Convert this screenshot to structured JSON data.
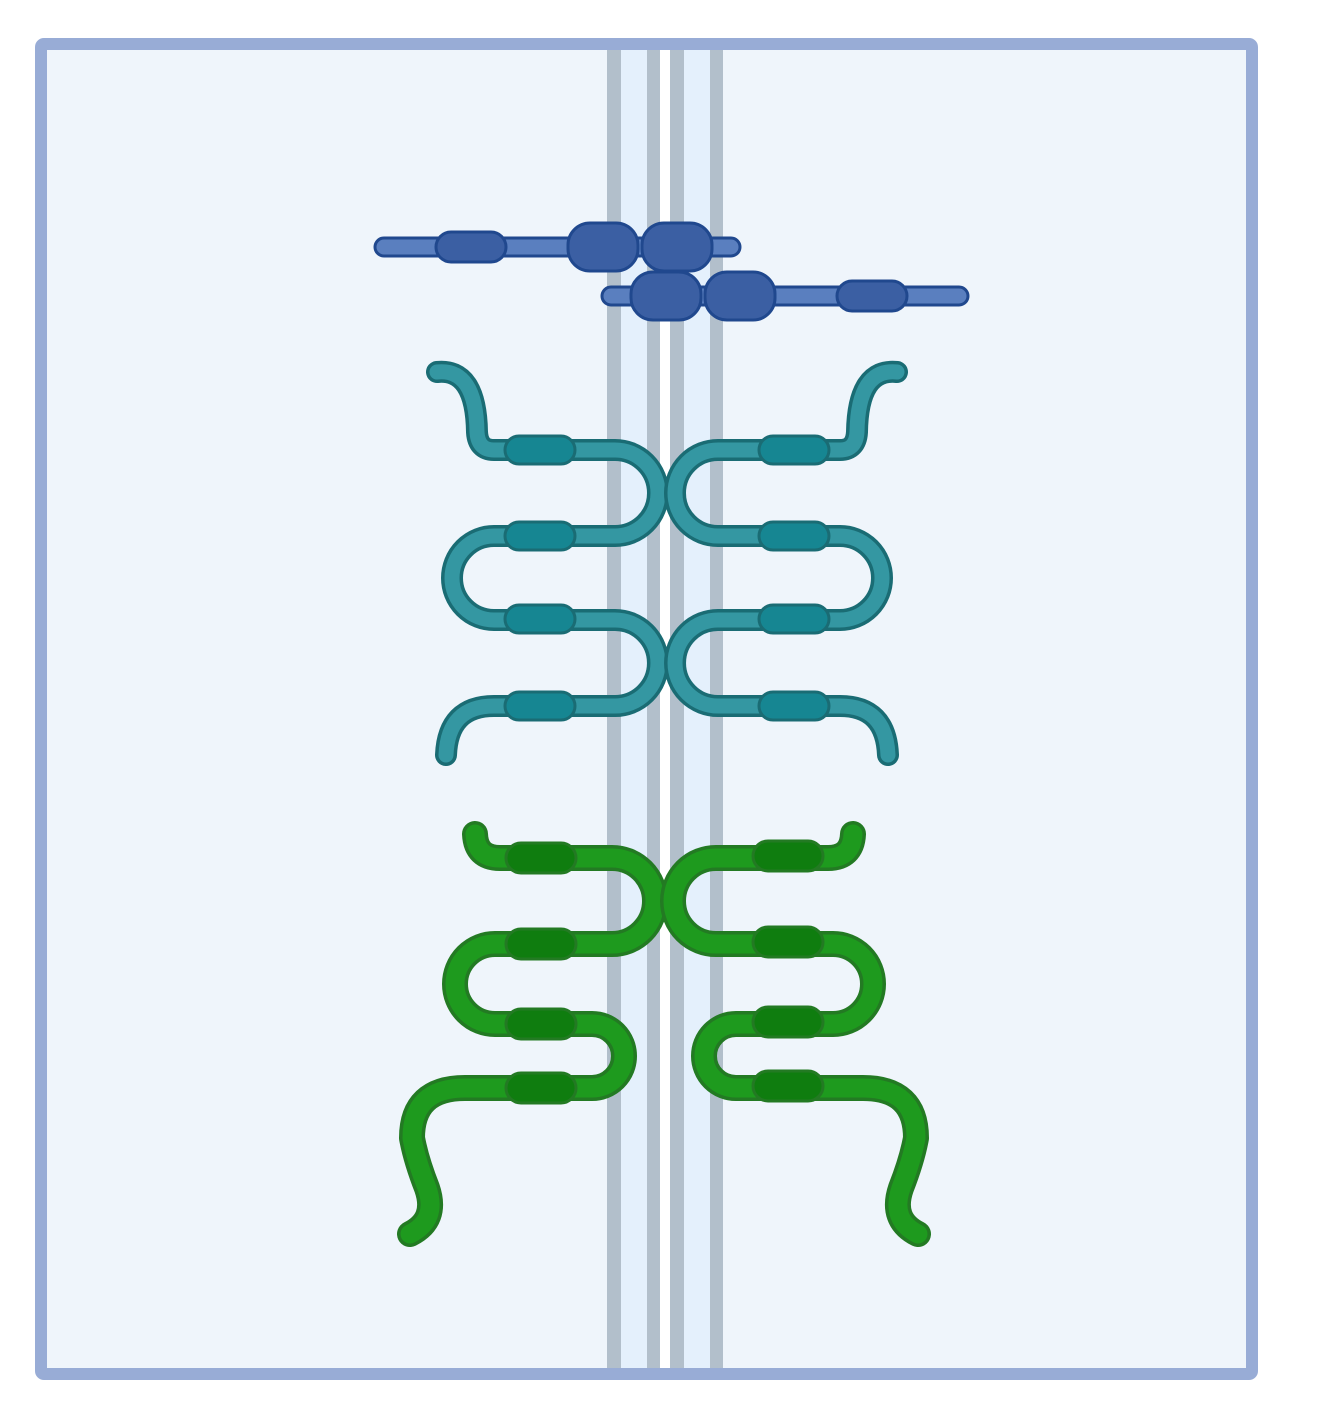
{
  "diagram": {
    "colors": {
      "page_background": "#ffffff",
      "panel_fill": "#eff5fb",
      "panel_border": "#98acd6",
      "membrane_stripe": "#b2bfcb",
      "membrane_gap": "#e4f0fc",
      "membrane_center": "#ffffff",
      "blue_stalk": "#5a7fbf",
      "blue_domain": "#3b5fa3",
      "blue_outline": "#20488e",
      "teal_strand": "#3497a2",
      "teal_domain": "#168692",
      "teal_outline": "#1a6c74",
      "green_strand": "#1e9a1e",
      "green_domain": "#0f7d0f",
      "green_outline": "#237a23"
    },
    "elements": [
      {
        "name": "membrane-bilayer",
        "icon": "double-membrane"
      },
      {
        "name": "blue-adhesion-molecule-pair",
        "icon": "rod-with-domains"
      },
      {
        "name": "teal-serpentine-protein-pair",
        "icon": "multipass-protein"
      },
      {
        "name": "green-serpentine-protein-pair",
        "icon": "multipass-protein"
      }
    ]
  }
}
